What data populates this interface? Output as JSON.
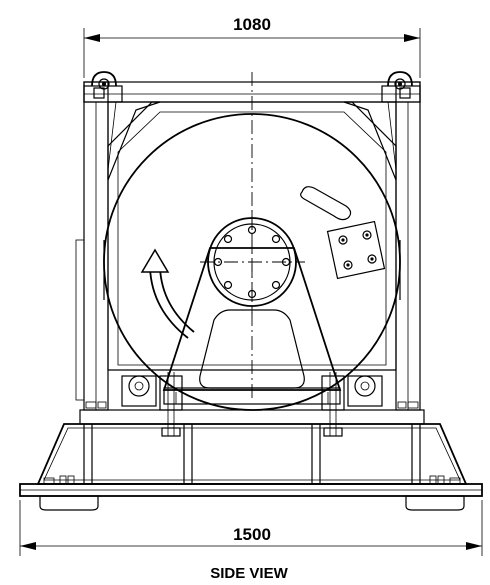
{
  "drawing": {
    "dim_top": "1080",
    "dim_bottom": "1500",
    "view_label": "SIDE VIEW",
    "colors": {
      "line": "#000000",
      "background": "#ffffff"
    }
  }
}
